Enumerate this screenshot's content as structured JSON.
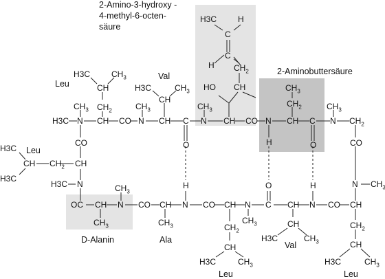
{
  "figure": {
    "highlight_colors": {
      "light": "#e4e4e4",
      "dark": "#c4c4c4"
    }
  },
  "captions": {
    "aho_line1": "2-Amino-3-hydroxy -",
    "aho_line2": "4-methyl-6-octen-",
    "aho_line3": "säure",
    "abu": "2-Aminobuttersäure",
    "d_alanin": "D-Alanin",
    "ala": "Ala",
    "val_top": "Val",
    "val_bottom": "Val",
    "leu_top": "Leu",
    "leu_left": "Leu",
    "leu_bottom1": "Leu",
    "leu_bottom2": "Leu"
  },
  "atoms": {
    "h3c": "H3C",
    "ch3": "CH3",
    "ch2": "CH2",
    "ch": "CH",
    "c": "C",
    "n": "N",
    "o": "O",
    "h": "H",
    "ho": "HO",
    "co": "CO",
    "oc": "OC"
  }
}
